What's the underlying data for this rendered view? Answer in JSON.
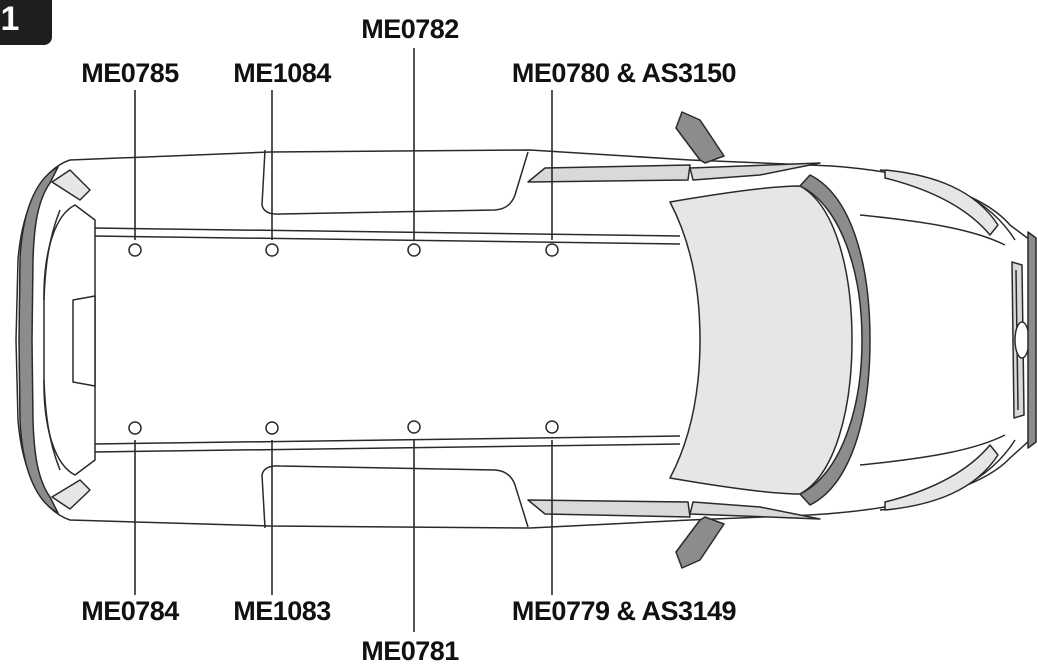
{
  "badge": {
    "number": "1"
  },
  "labels": {
    "front_left_1": "ME0785",
    "front_left_2": "ME1084",
    "front_left_3": "ME0782",
    "front_left_4": "ME0780 & AS3150",
    "rear_right_1": "ME0784",
    "rear_right_2": "ME1083",
    "rear_right_3": "ME0781",
    "rear_right_4": "ME0779 & AS3149"
  },
  "colors": {
    "outline": "#2a2a2a",
    "dark_gray": "#8c8c8c",
    "light_gray": "#d9d9d9",
    "window_fill": "#e6e6e6",
    "badge_bg": "#1e1e1e",
    "badge_text": "#ffffff"
  },
  "icons": {
    "car": "car-top-view-icon",
    "mount_point": "circle-icon"
  }
}
